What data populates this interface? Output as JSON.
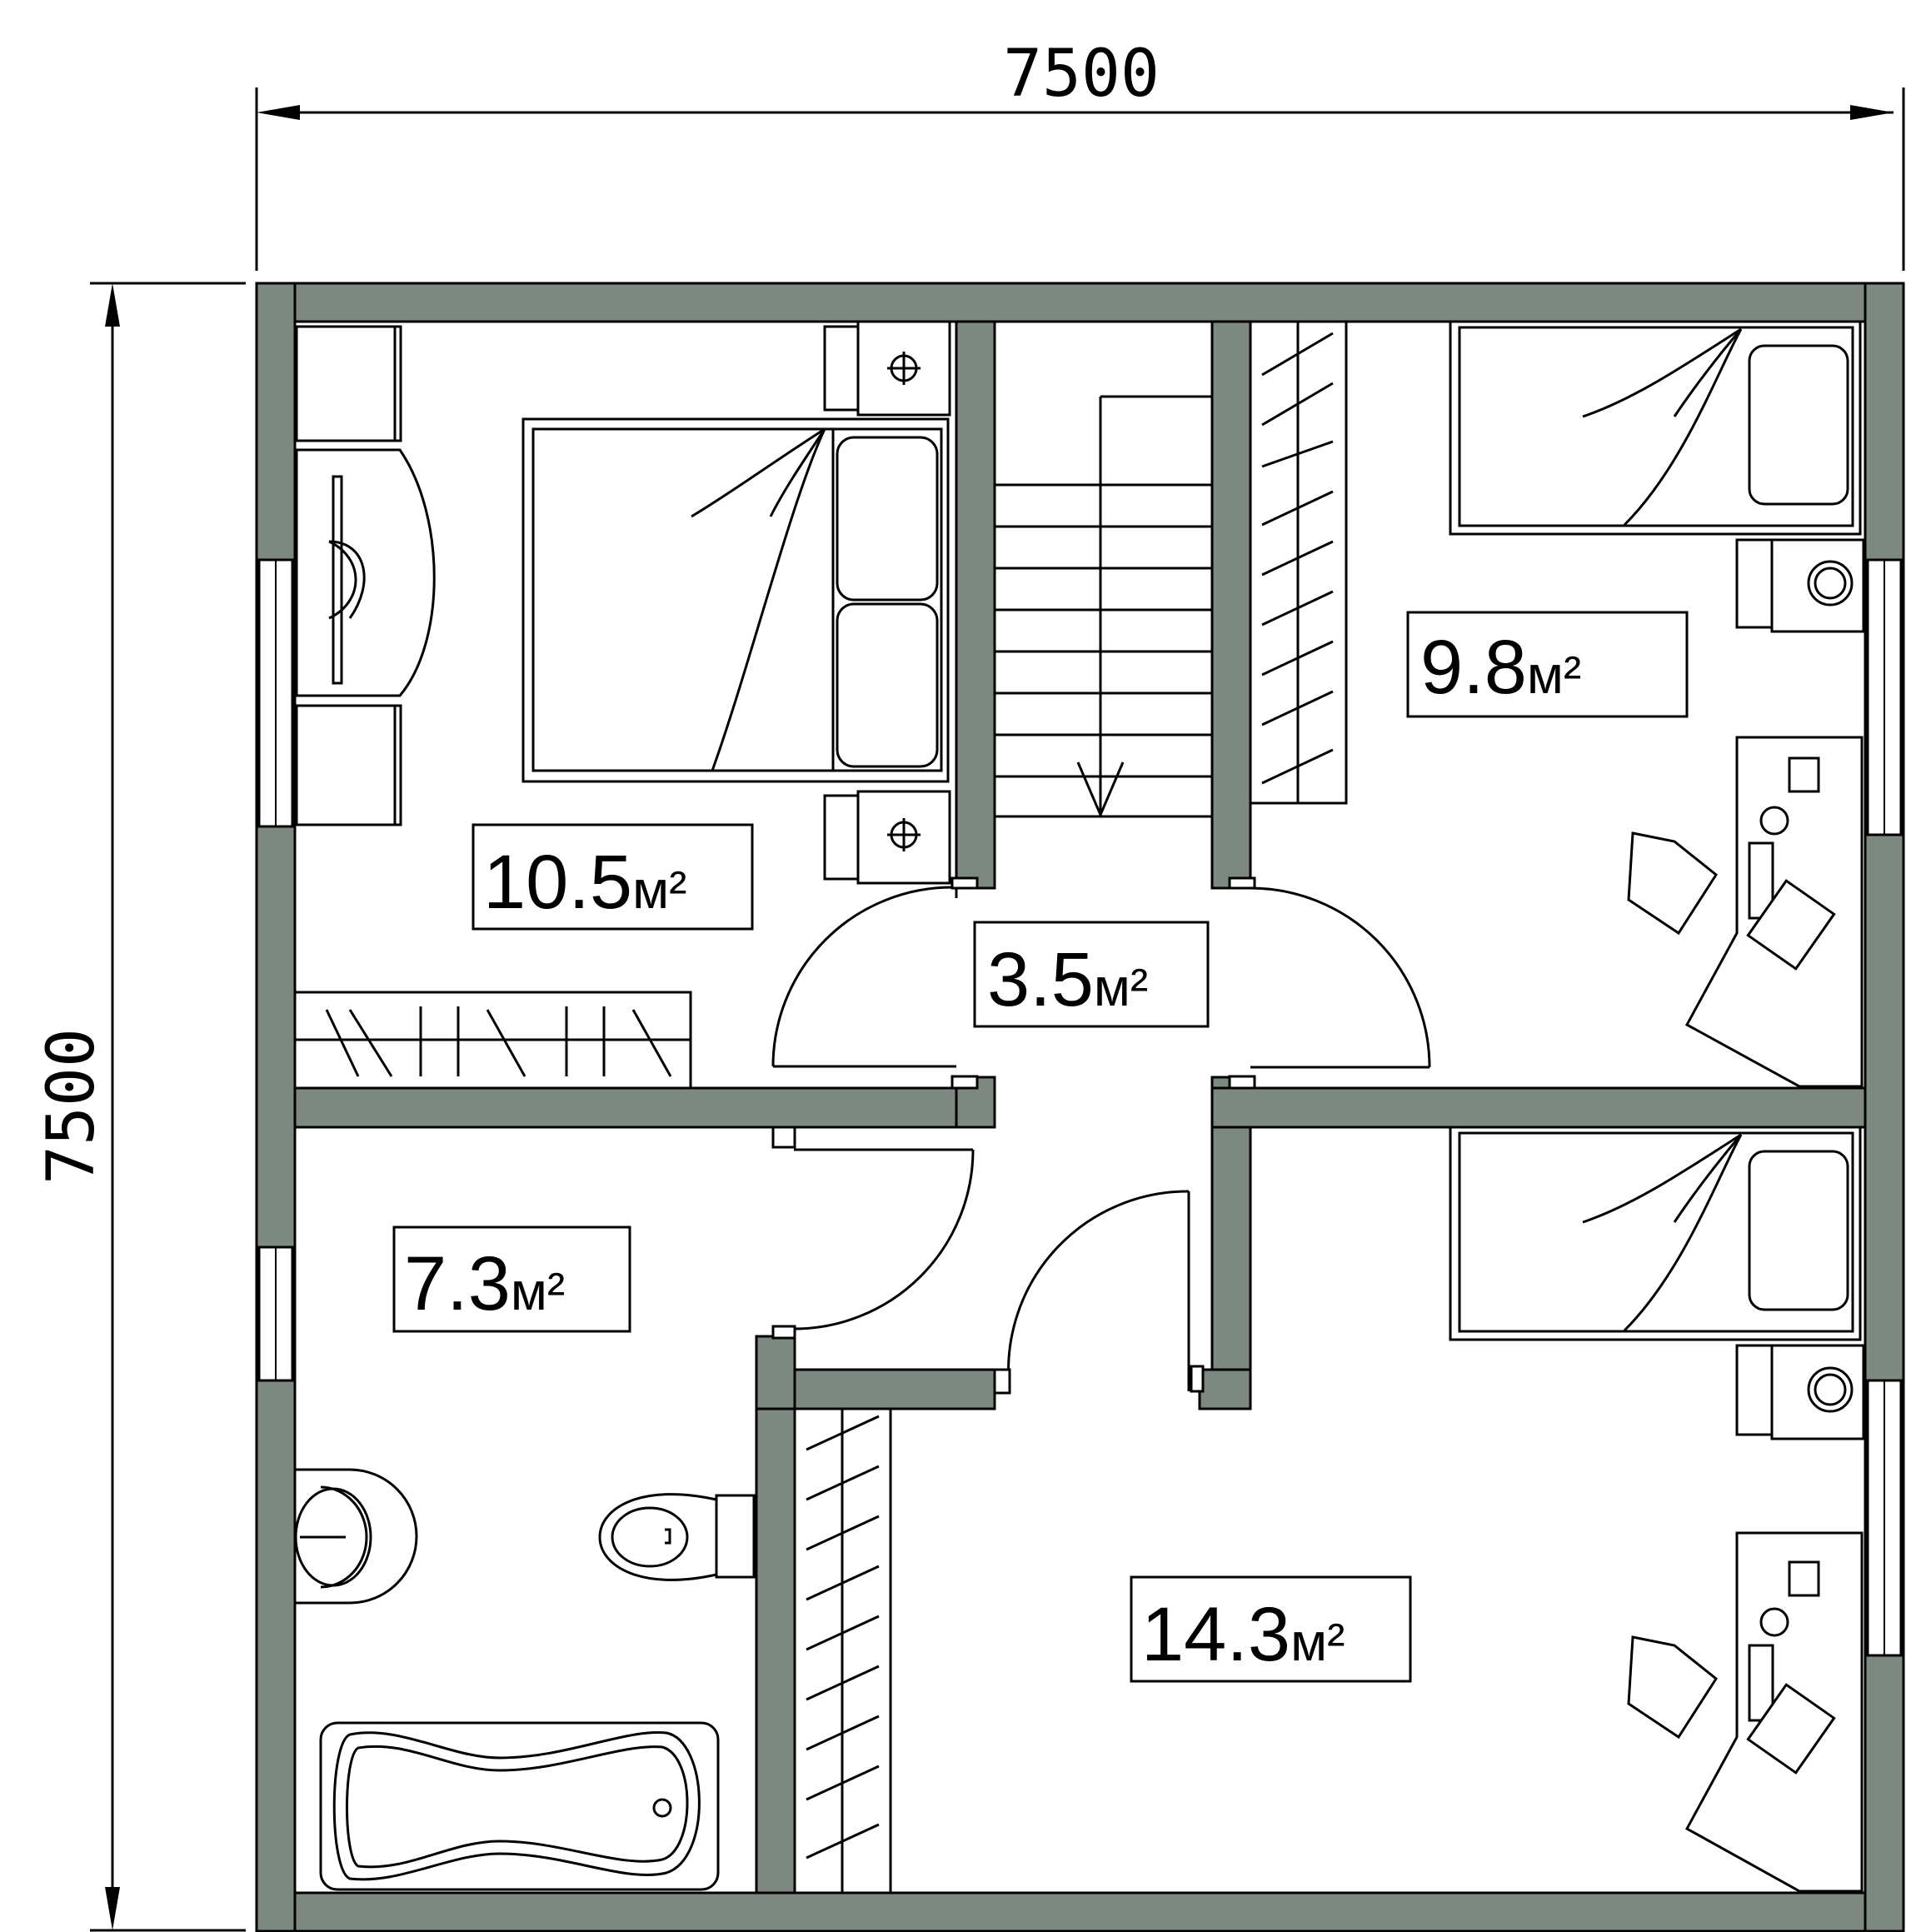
{
  "plan": {
    "dimensions": {
      "top": "7500",
      "left": "7500"
    },
    "rooms": [
      {
        "id": "bedroom",
        "area": "10.5",
        "unit": "м²"
      },
      {
        "id": "hall",
        "area": "3.5",
        "unit": "м²"
      },
      {
        "id": "kids-room-top",
        "area": "9.8",
        "unit": "м²"
      },
      {
        "id": "bathroom",
        "area": "7.3",
        "unit": "м²"
      },
      {
        "id": "kids-room-bottom",
        "area": "14.3",
        "unit": "м²"
      }
    ]
  },
  "colors": {
    "wall": "#7d8880",
    "line": "#000000",
    "background": "#ffffff"
  }
}
